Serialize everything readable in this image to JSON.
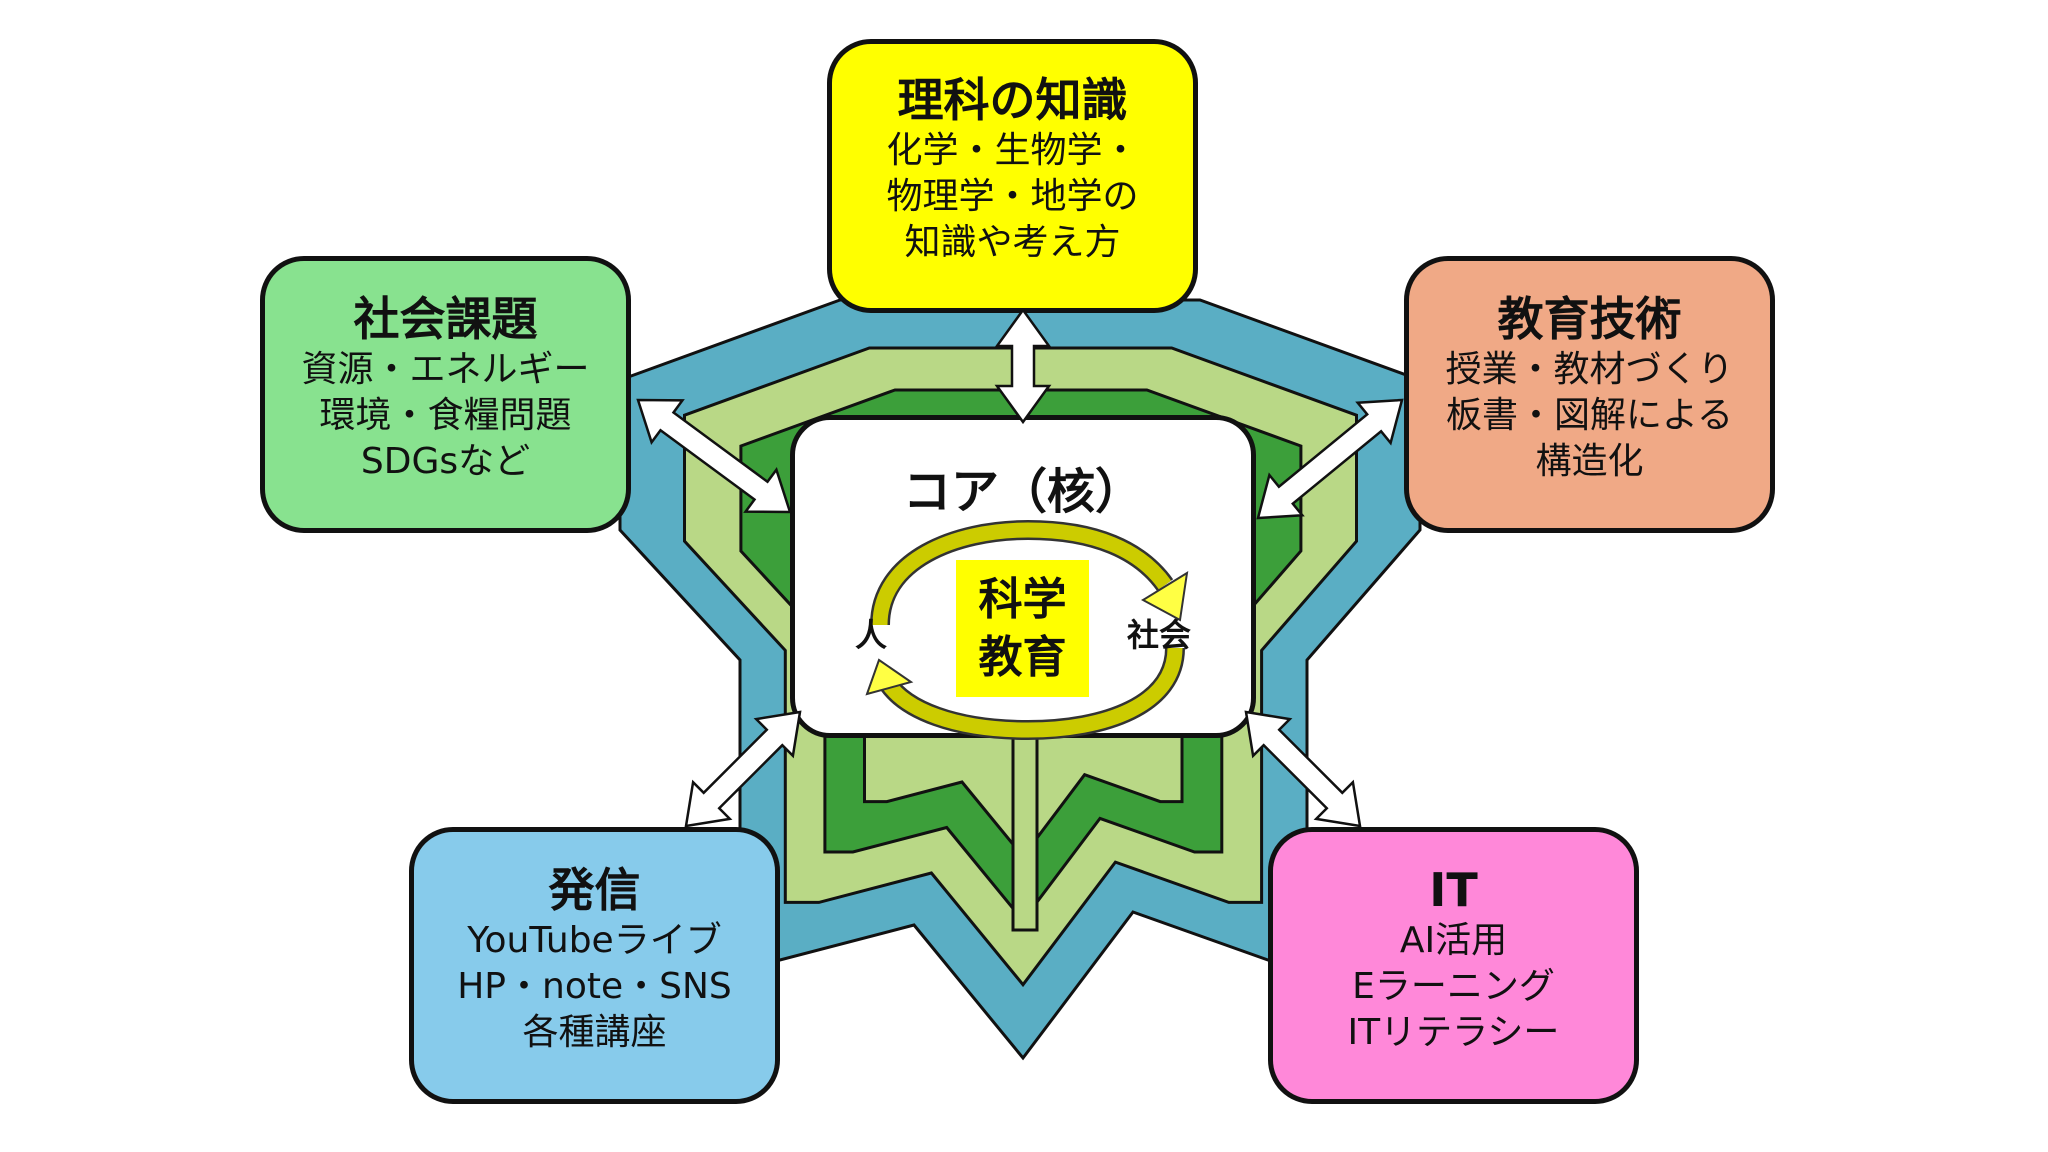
{
  "colors": {
    "star_blue": "#5aaec4",
    "light_green": "#b9d886",
    "dark_green": "#3c9f3a",
    "science": "#ffff00",
    "society": "#88e28f",
    "edtech": "#f0a986",
    "outreach": "#87cbeb",
    "it": "#ff88d9",
    "cycle": "#cccc00"
  },
  "core": {
    "title": "コア（核）",
    "center_line1": "科学",
    "center_line2": "教育",
    "left_label": "人",
    "right_label": "社会"
  },
  "boxes": {
    "science": {
      "title": "理科の知識",
      "lines": [
        "化学・生物学・",
        "物理学・地学の",
        "知識や考え方"
      ]
    },
    "society": {
      "title": "社会課題",
      "lines": [
        "資源・エネルギー",
        "環境・食糧問題",
        "SDGsなど"
      ]
    },
    "edtech": {
      "title": "教育技術",
      "lines": [
        "授業・教材づくり",
        "板書・図解による",
        "構造化"
      ]
    },
    "outreach": {
      "title": "発信",
      "lines": [
        "YouTubeライブ",
        "HP・note・SNS",
        "各種講座"
      ]
    },
    "it": {
      "title": "IT",
      "lines": [
        "AI活用",
        "Eラーニング",
        "ITリテラシー"
      ]
    }
  }
}
